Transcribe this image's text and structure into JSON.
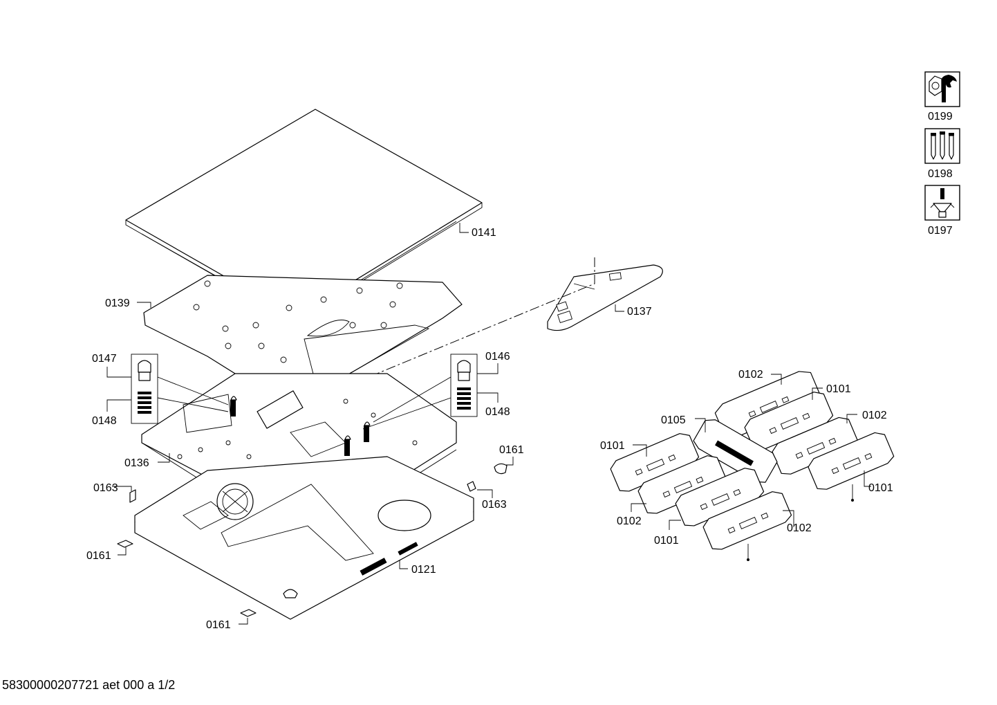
{
  "footer": {
    "document_id": "58300000207721 aet 000 a 1/2"
  },
  "callouts": {
    "c0141": "0141",
    "c0139": "0139",
    "c0137": "0137",
    "c0147": "0147",
    "c0148_left": "0148",
    "c0146": "0146",
    "c0148_right": "0148",
    "c0136": "0136",
    "c0161_right": "0161",
    "c0163_left": "0163",
    "c0163_right": "0163",
    "c0161_left": "0161",
    "c0121": "0121",
    "c0161_bottom": "0161",
    "c0102_a": "0102",
    "c0101_a": "0101",
    "c0105": "0105",
    "c0102_b": "0102",
    "c0101_b": "0101",
    "c0101_c": "0101",
    "c0102_c": "0102",
    "c0101_d": "0101",
    "c0102_d": "0102"
  },
  "service_icons": [
    {
      "icon": "wrench-nut-icon",
      "label": "0199"
    },
    {
      "icon": "screws-icon",
      "label": "0198"
    },
    {
      "icon": "grease-gun-icon",
      "label": "0197"
    }
  ]
}
